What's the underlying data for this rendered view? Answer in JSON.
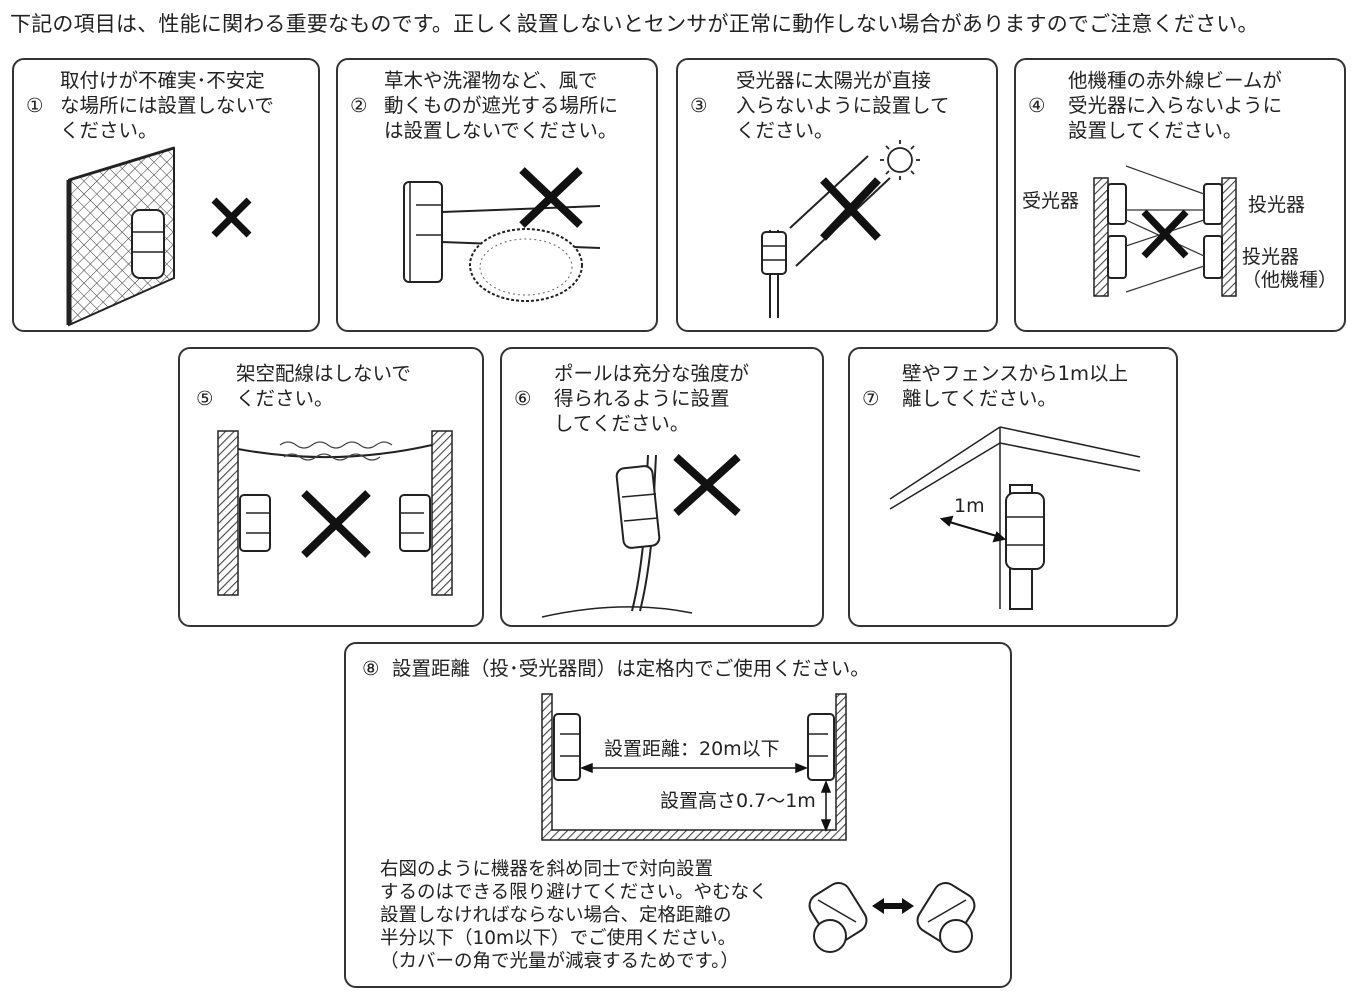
{
  "intro": "下記の項目は、性能に関わる重要なものです。正しく設置しないとセンサが正常に動作しない場合がありますのでご注意ください。",
  "panels": [
    {
      "num": "①",
      "text": "取付けが不確実･不安定\nな場所には設置しないで\nください。"
    },
    {
      "num": "②",
      "text": "草木や洗濯物など、風で\n動くものが遮光する場所に\nは設置しないでください。"
    },
    {
      "num": "③",
      "text": "受光器に太陽光が直接\n入らないように設置して\nください。"
    },
    {
      "num": "④",
      "text": "他機種の赤外線ビームが\n受光器に入らないように\n設置してください。"
    },
    {
      "num": "⑤",
      "text": "架空配線はしないで\nください。"
    },
    {
      "num": "⑥",
      "text": "ポールは充分な強度が\n得られるように設置\nしてください。"
    },
    {
      "num": "⑦",
      "text": "壁やフェンスから1m以上\n離してください。"
    },
    {
      "num": "⑧",
      "text": "設置距離（投･受光器間）は定格内でご使用ください。"
    }
  ],
  "labels": {
    "receiver": "受光器",
    "projector": "投光器",
    "projector_other": "投光器\n（他機種）",
    "one_meter": "1m",
    "distance": "設置距離：20m以下",
    "height": "設置高さ0.7～1m"
  },
  "note": [
    "右図のように機器を斜め同士で対向設置",
    "するのはできる限り避けてください。やむなく",
    "設置しなければならない場合、定格距離の",
    "半分以下（10m以下）でご使用ください。",
    "（カバーの角で光量が減衰するためです。）"
  ]
}
